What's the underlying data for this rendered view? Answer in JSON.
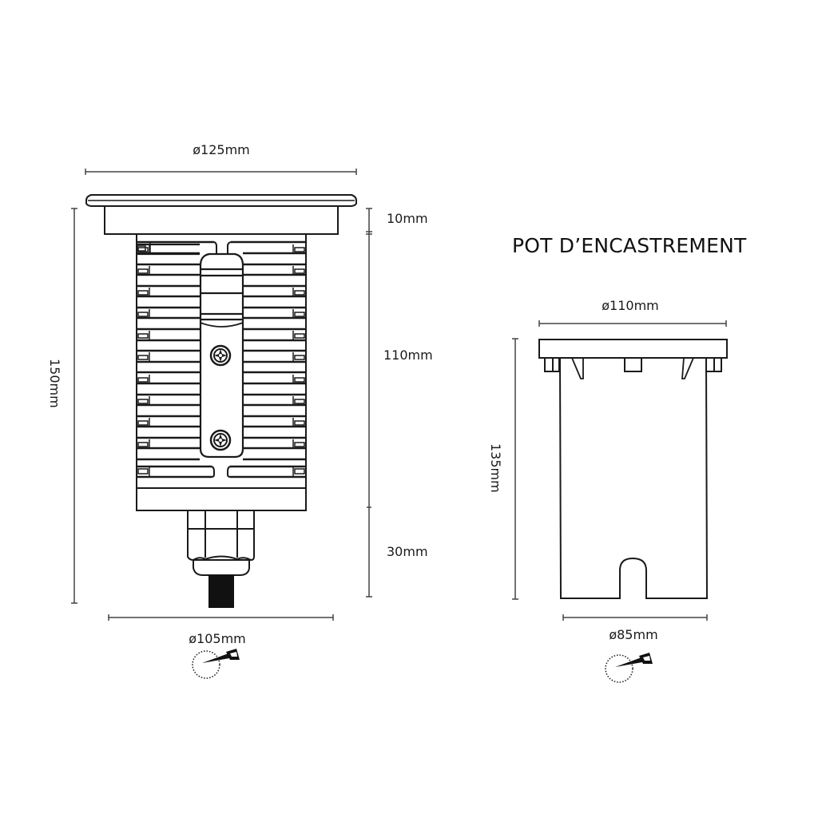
{
  "luminaire": {
    "top_diameter": "ø125mm",
    "total_height": "150mm",
    "flange_height": "10mm",
    "body_height": "110mm",
    "gland_height": "30mm",
    "cutout_diameter": "ø105mm",
    "cutout_icon": "saw-cut-circle-icon"
  },
  "recessed_box": {
    "title": "POT D’ENCASTREMENT",
    "top_diameter": "ø110mm",
    "height": "135mm",
    "cutout_diameter": "ø85mm",
    "cutout_icon": "saw-cut-circle-icon"
  },
  "colors": {
    "line": "#1a1a1a",
    "dim_line": "#444444",
    "background": "#ffffff"
  }
}
